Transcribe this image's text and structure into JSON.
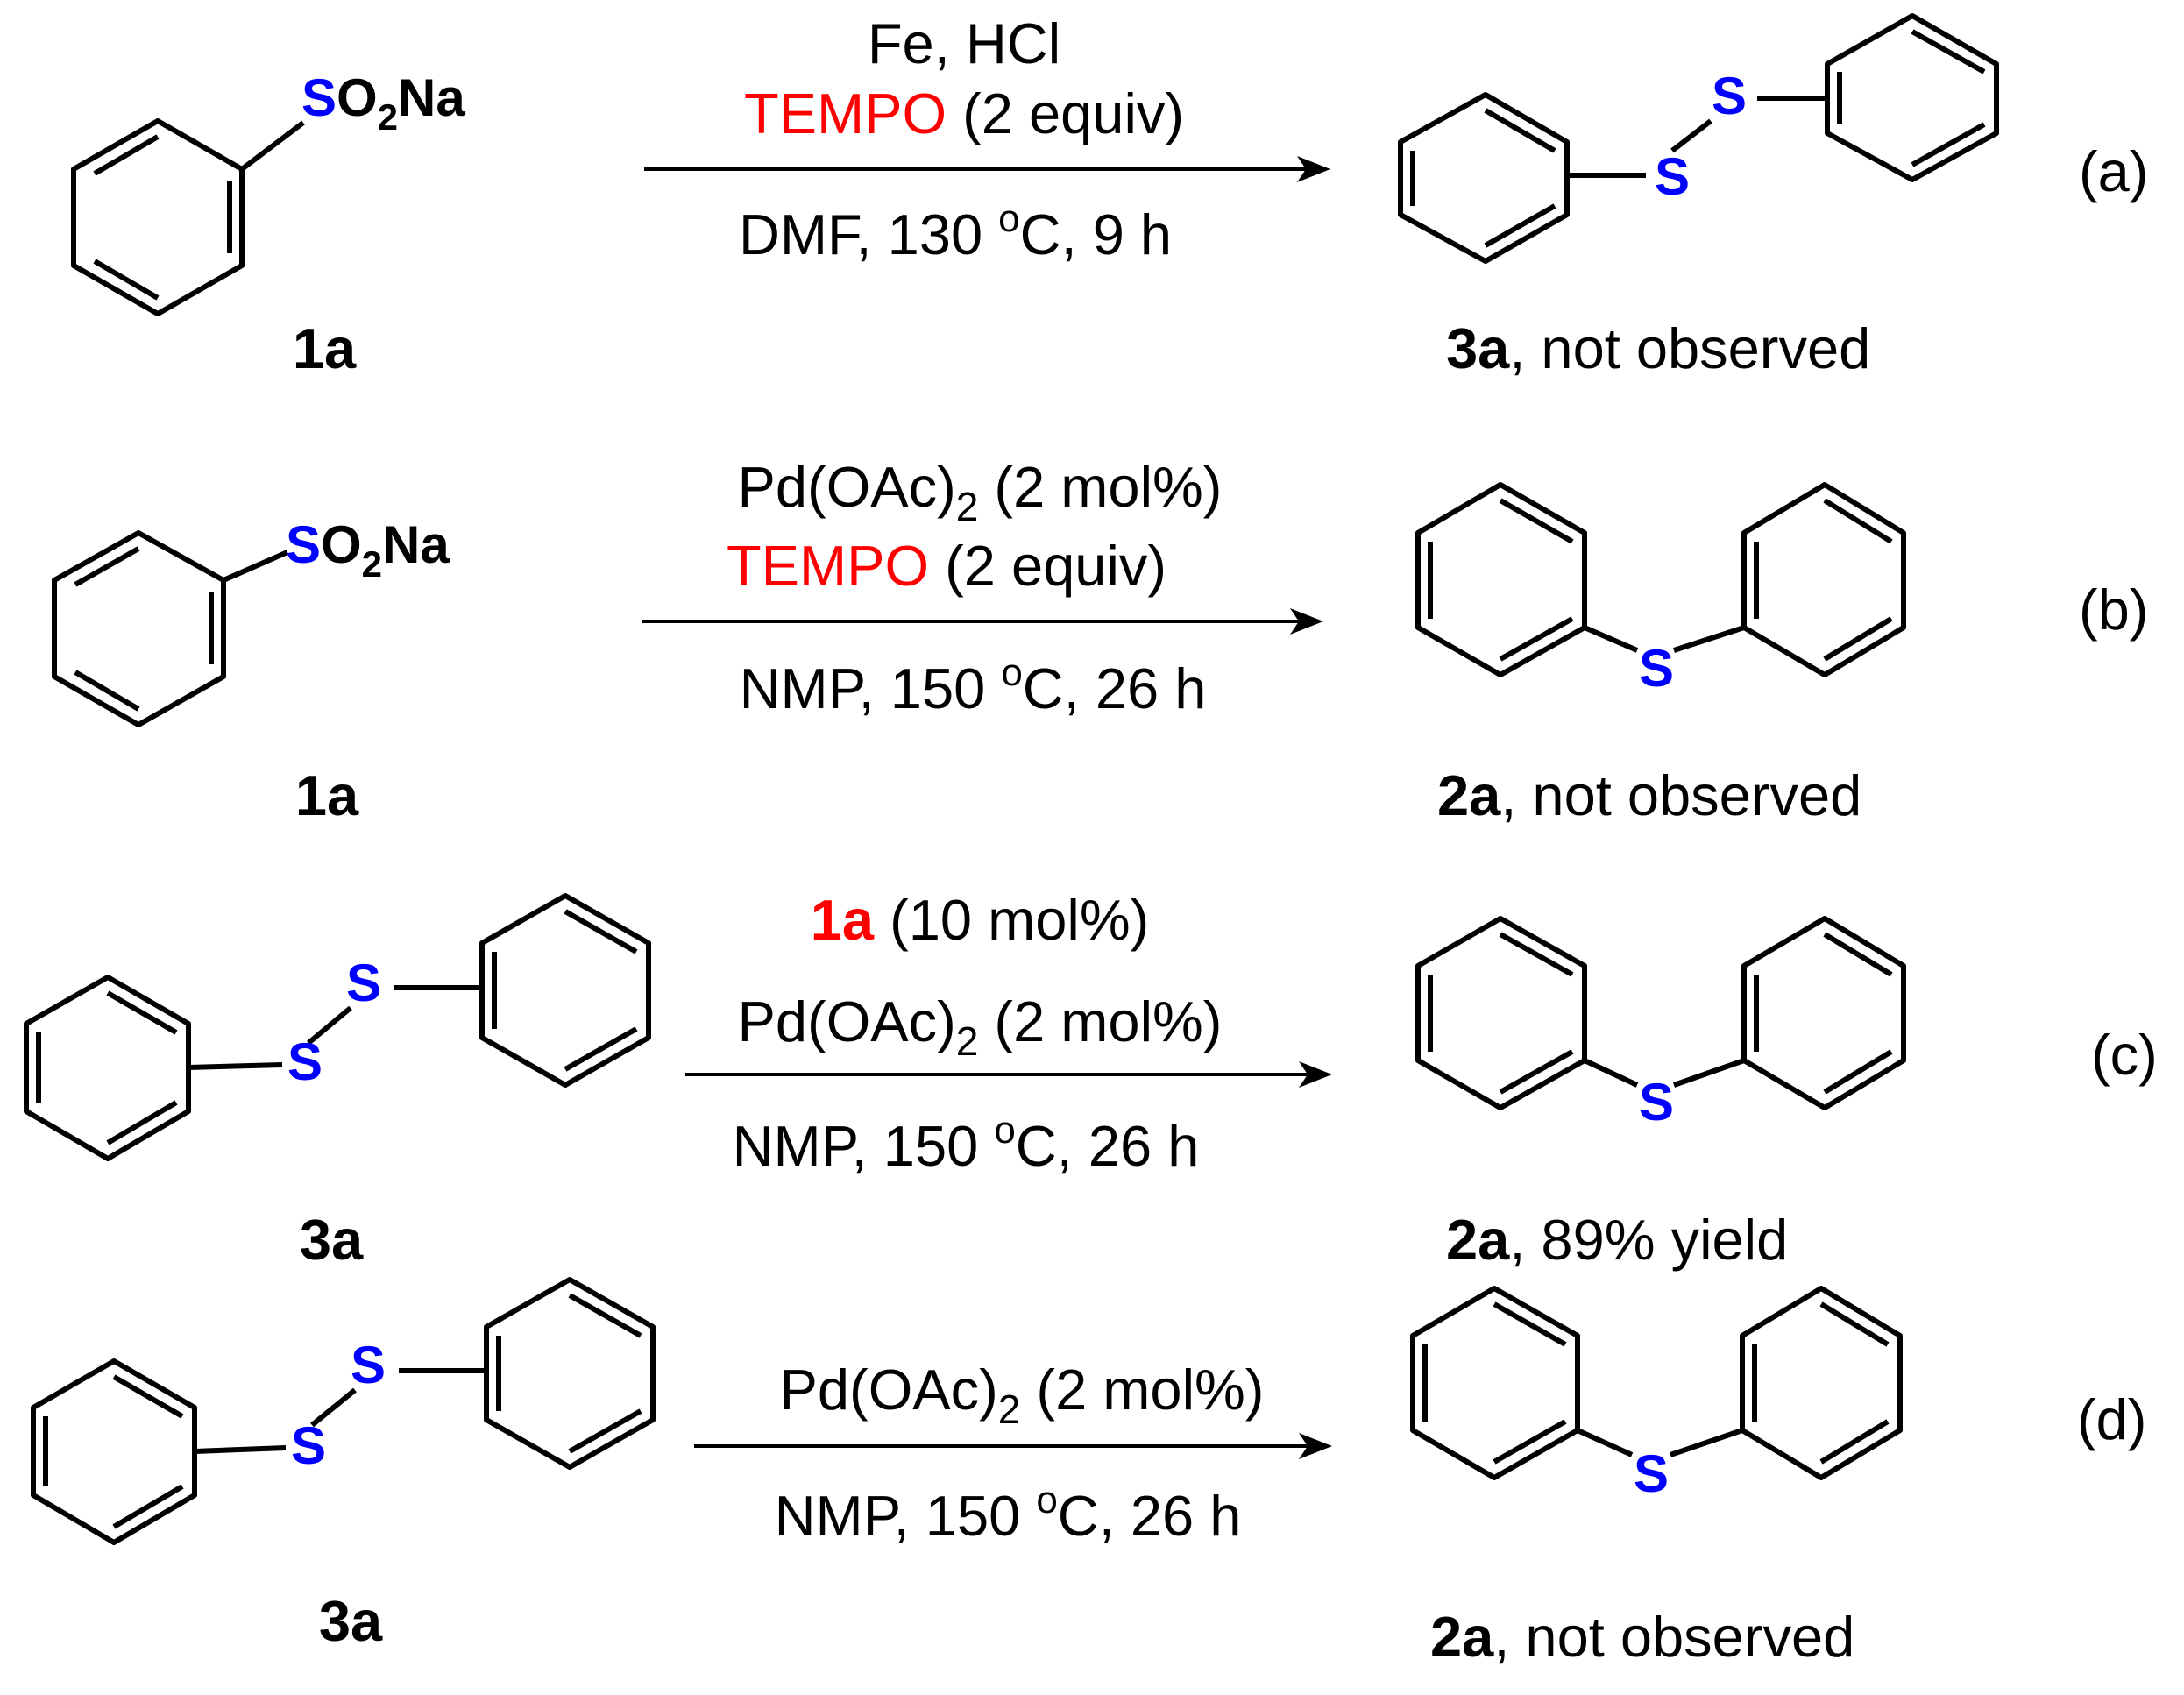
{
  "colors": {
    "text": "#000000",
    "sulfur": "#0000ff",
    "highlight": "#ff0000"
  },
  "reactions": [
    {
      "id": "a",
      "tag": "(a)",
      "reactant": {
        "atom": "S",
        "group": "O",
        "sub": "2",
        "tail": "Na",
        "label": "1a"
      },
      "conditions_top": [
        {
          "text": "Fe, HCl"
        },
        {
          "red": "TEMPO",
          "rest": " (2 equiv)"
        }
      ],
      "conditions_bottom": {
        "pre": "DMF,  130 ",
        "sup": "o",
        "post": "C, 9 h"
      },
      "product": {
        "atom_1": "S",
        "atom_2": "S",
        "label": "3a",
        "note": ", not observed"
      }
    },
    {
      "id": "b",
      "tag": "(b)",
      "reactant": {
        "atom": "S",
        "group": "O",
        "sub": "2",
        "tail": "Na",
        "label": "1a"
      },
      "conditions_top": [
        {
          "pre": "Pd(OAc)",
          "sub": "2",
          "post": " (2 mol%)"
        },
        {
          "red": "TEMPO",
          "rest": " (2 equiv)"
        }
      ],
      "conditions_bottom": {
        "pre": "NMP,  150 ",
        "sup": "o",
        "post": "C, 26 h"
      },
      "product": {
        "atom": "S",
        "label": "2a",
        "note": ", not observed"
      }
    },
    {
      "id": "c",
      "tag": "(c)",
      "reactant": {
        "atom_1": "S",
        "atom_2": "S",
        "label": "3a"
      },
      "conditions_top": [
        {
          "red": "1a",
          "rest": " (10 mol%)"
        },
        {
          "pre": "Pd(OAc)",
          "sub": "2",
          "post": " (2 mol%)"
        }
      ],
      "conditions_bottom": {
        "pre": "NMP,  150 ",
        "sup": "o",
        "post": "C, 26 h"
      },
      "product": {
        "atom": "S",
        "label": "2a",
        "note": ", 89% yield"
      }
    },
    {
      "id": "d",
      "tag": "(d)",
      "reactant": {
        "atom_1": "S",
        "atom_2": "S",
        "label": "3a"
      },
      "conditions_top": [
        {
          "pre": "Pd(OAc)",
          "sub": "2",
          "post": " (2 mol%)"
        }
      ],
      "conditions_bottom": {
        "pre": "NMP,  150 ",
        "sup": "o",
        "post": "C, 26 h"
      },
      "product": {
        "atom": "S",
        "label": "2a",
        "note": ", not observed"
      }
    }
  ]
}
